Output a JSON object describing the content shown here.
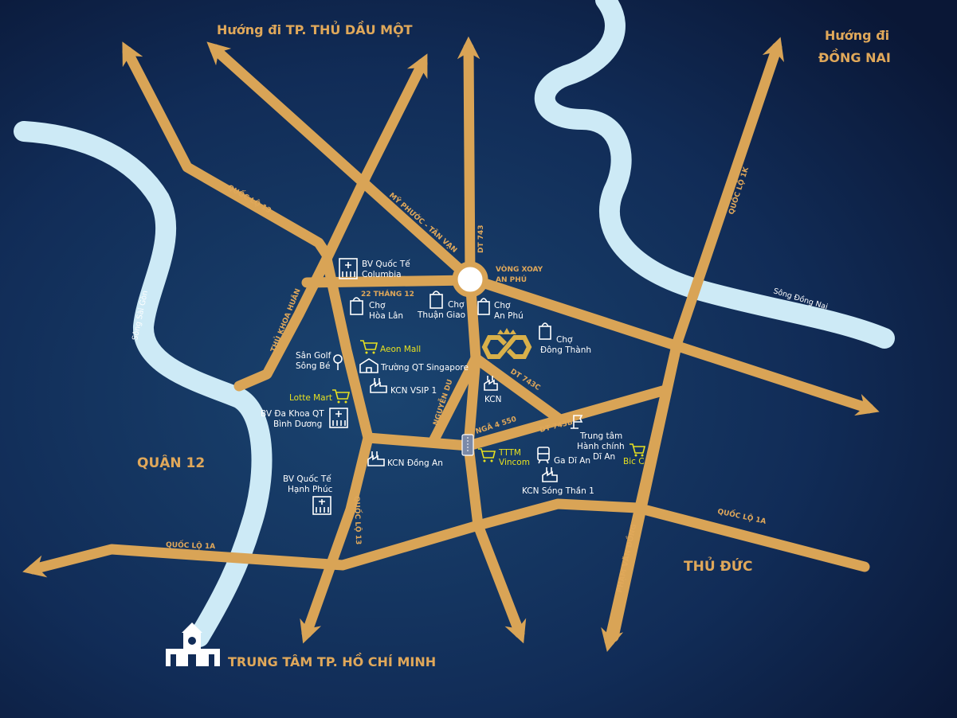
{
  "colors": {
    "background_dark": "#0a1736",
    "background_light": "#1a4470",
    "road": "#d9a456",
    "river": "#cdeaf6",
    "label_gold": "#e0a85a",
    "shop_label": "#e6e020"
  },
  "directions": {
    "thu_dau_mot": "Hướng đi TP. THỦ DẦU MỘT",
    "dong_nai_1": "Hướng đi",
    "dong_nai_2": "ĐỒNG NAI",
    "hcm_center": "TRUNG TÂM TP. HỒ CHÍ MINH"
  },
  "areas": {
    "quan12": "QUẬN 12",
    "thu_duc": "THỦ ĐỨC"
  },
  "rivers": {
    "sai_gon": "Sông Sài Gòn",
    "dong_nai": "Sông Đồng Nai"
  },
  "roads": {
    "ql13_north": "QUỐC LỘ 13",
    "ql13_south": "QUỐC LỘ 13",
    "my_phuoc": "MỸ PHƯỚC - TÂN VẠN",
    "dt743": "DT 743",
    "dt743c": "DT 743C",
    "dt743b": "DT 743B",
    "ql1k": "QUỐC LỘ 1K",
    "ql1a_west": "QUỐC LỘ 1A",
    "ql1a_east": "QUỐC LỘ 1A",
    "thu_khoa_huan": "THỦ KHOA HUÂN",
    "tháng12": "22 THÁNG 12",
    "nguyen_du": "NGUYỄN DU",
    "nga4_550": "NGÃ 4 550",
    "pham_van_dong": "PHẠM VĂN ĐỒNG",
    "vong_xoay_1": "VÒNG XOAY",
    "vong_xoay_2": "AN PHÚ"
  },
  "pois": {
    "columbia_1": "BV Quốc Tế",
    "columbia_2": "Columbia",
    "hoa_lan_1": "Chợ",
    "hoa_lan_2": "Hòa Lân",
    "thuan_giao_1": "Chợ",
    "thuan_giao_2": "Thuận Giao",
    "an_phu_1": "Chợ",
    "an_phu_2": "An Phú",
    "dong_thanh_1": "Chợ",
    "dong_thanh_2": "Đông Thành",
    "golf_1": "Sân Golf",
    "golf_2": "Sông Bé",
    "aeon": "Aeon Mall",
    "singapore": "Trường QT Singapore",
    "vsip": "KCN VSIP 1",
    "kcn": "KCN",
    "lotte": "Lotte Mart",
    "da_khoa_1": "BV Đa Khoa QT",
    "da_khoa_2": "Bình Dương",
    "dong_an": "KCN Đồng An",
    "vincom_1": "TTTM",
    "vincom_2": "Vincom",
    "ga_di_an": "Ga Dĩ An",
    "hanh_chinh_1": "Trung tâm",
    "hanh_chinh_2": "Hành chính",
    "hanh_chinh_3": "Dĩ An",
    "bic_c": "Bic C",
    "song_than": "KCN Sóng Thần 1",
    "hanh_phuc_1": "BV Quốc Tế",
    "hanh_phuc_2": "Hạnh Phúc"
  }
}
